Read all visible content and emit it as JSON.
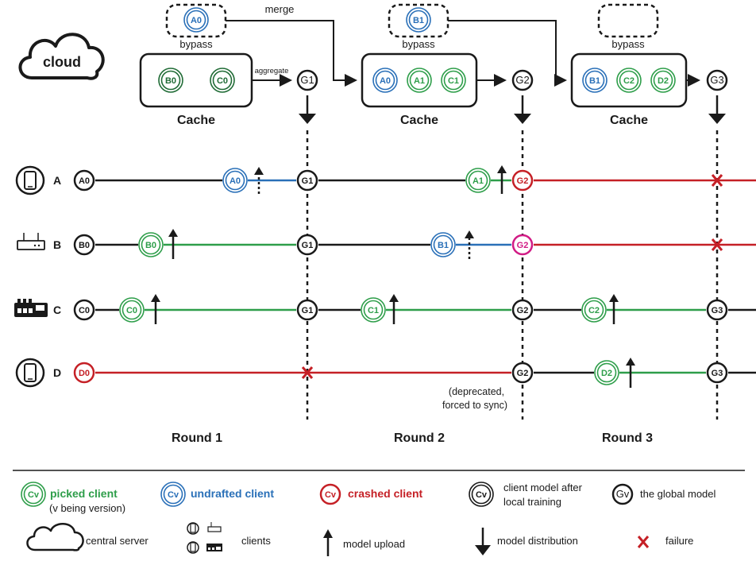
{
  "server": {
    "cloud_label": "cloud",
    "merge_label": "merge",
    "aggregate_label": "aggregate",
    "bypass_label": "bypass",
    "cache_label": "Cache",
    "bypass_nodes": [
      "A0",
      "B1",
      ""
    ],
    "caches": [
      [
        "B0",
        "C0"
      ],
      [
        "A0",
        "A1",
        "C1"
      ],
      [
        "B1",
        "C2",
        "D2"
      ]
    ],
    "globals": [
      "G1",
      "G2",
      "G3"
    ]
  },
  "clients": [
    {
      "label": "A",
      "start": "A0"
    },
    {
      "label": "B",
      "start": "B0"
    },
    {
      "label": "C",
      "start": "C0"
    },
    {
      "label": "D",
      "start": "D0"
    }
  ],
  "timeline_nodes": {
    "a_trained": [
      "A0",
      "A1"
    ],
    "a_globals": [
      "G1",
      "G2"
    ],
    "b_trained": [
      "B0",
      "B1"
    ],
    "b_globals": [
      "G1",
      "G2"
    ],
    "c_trained": [
      "C0",
      "C1",
      "C2"
    ],
    "c_globals": [
      "G1",
      "G2",
      "G3"
    ],
    "d_trained": [
      "D2"
    ],
    "d_globals": [
      "G2",
      "G3"
    ]
  },
  "failure_mark": "X",
  "note": [
    "(deprecated,",
    "forced to sync)"
  ],
  "rounds": [
    "Round 1",
    "Round 2",
    "Round 3"
  ],
  "legend": {
    "cv": "Cv",
    "gv": "Gv",
    "picked": "picked client",
    "picked_sub": "(v being version)",
    "undrafted": "undrafted client",
    "crashed": "crashed client",
    "after_training": [
      "client model after",
      "local training"
    ],
    "global_model": "the global model",
    "central_server": "central server",
    "clients": "clients",
    "model_upload": "model upload",
    "model_distribution": "model distribution",
    "failure": "failure"
  },
  "colors": {
    "picked": "#2e9e4a",
    "undrafted": "#2a70b8",
    "crashed": "#c52026",
    "magenta": "#d11b85",
    "dark_green": "#1f6b35",
    "black": "#1a1a1a"
  }
}
